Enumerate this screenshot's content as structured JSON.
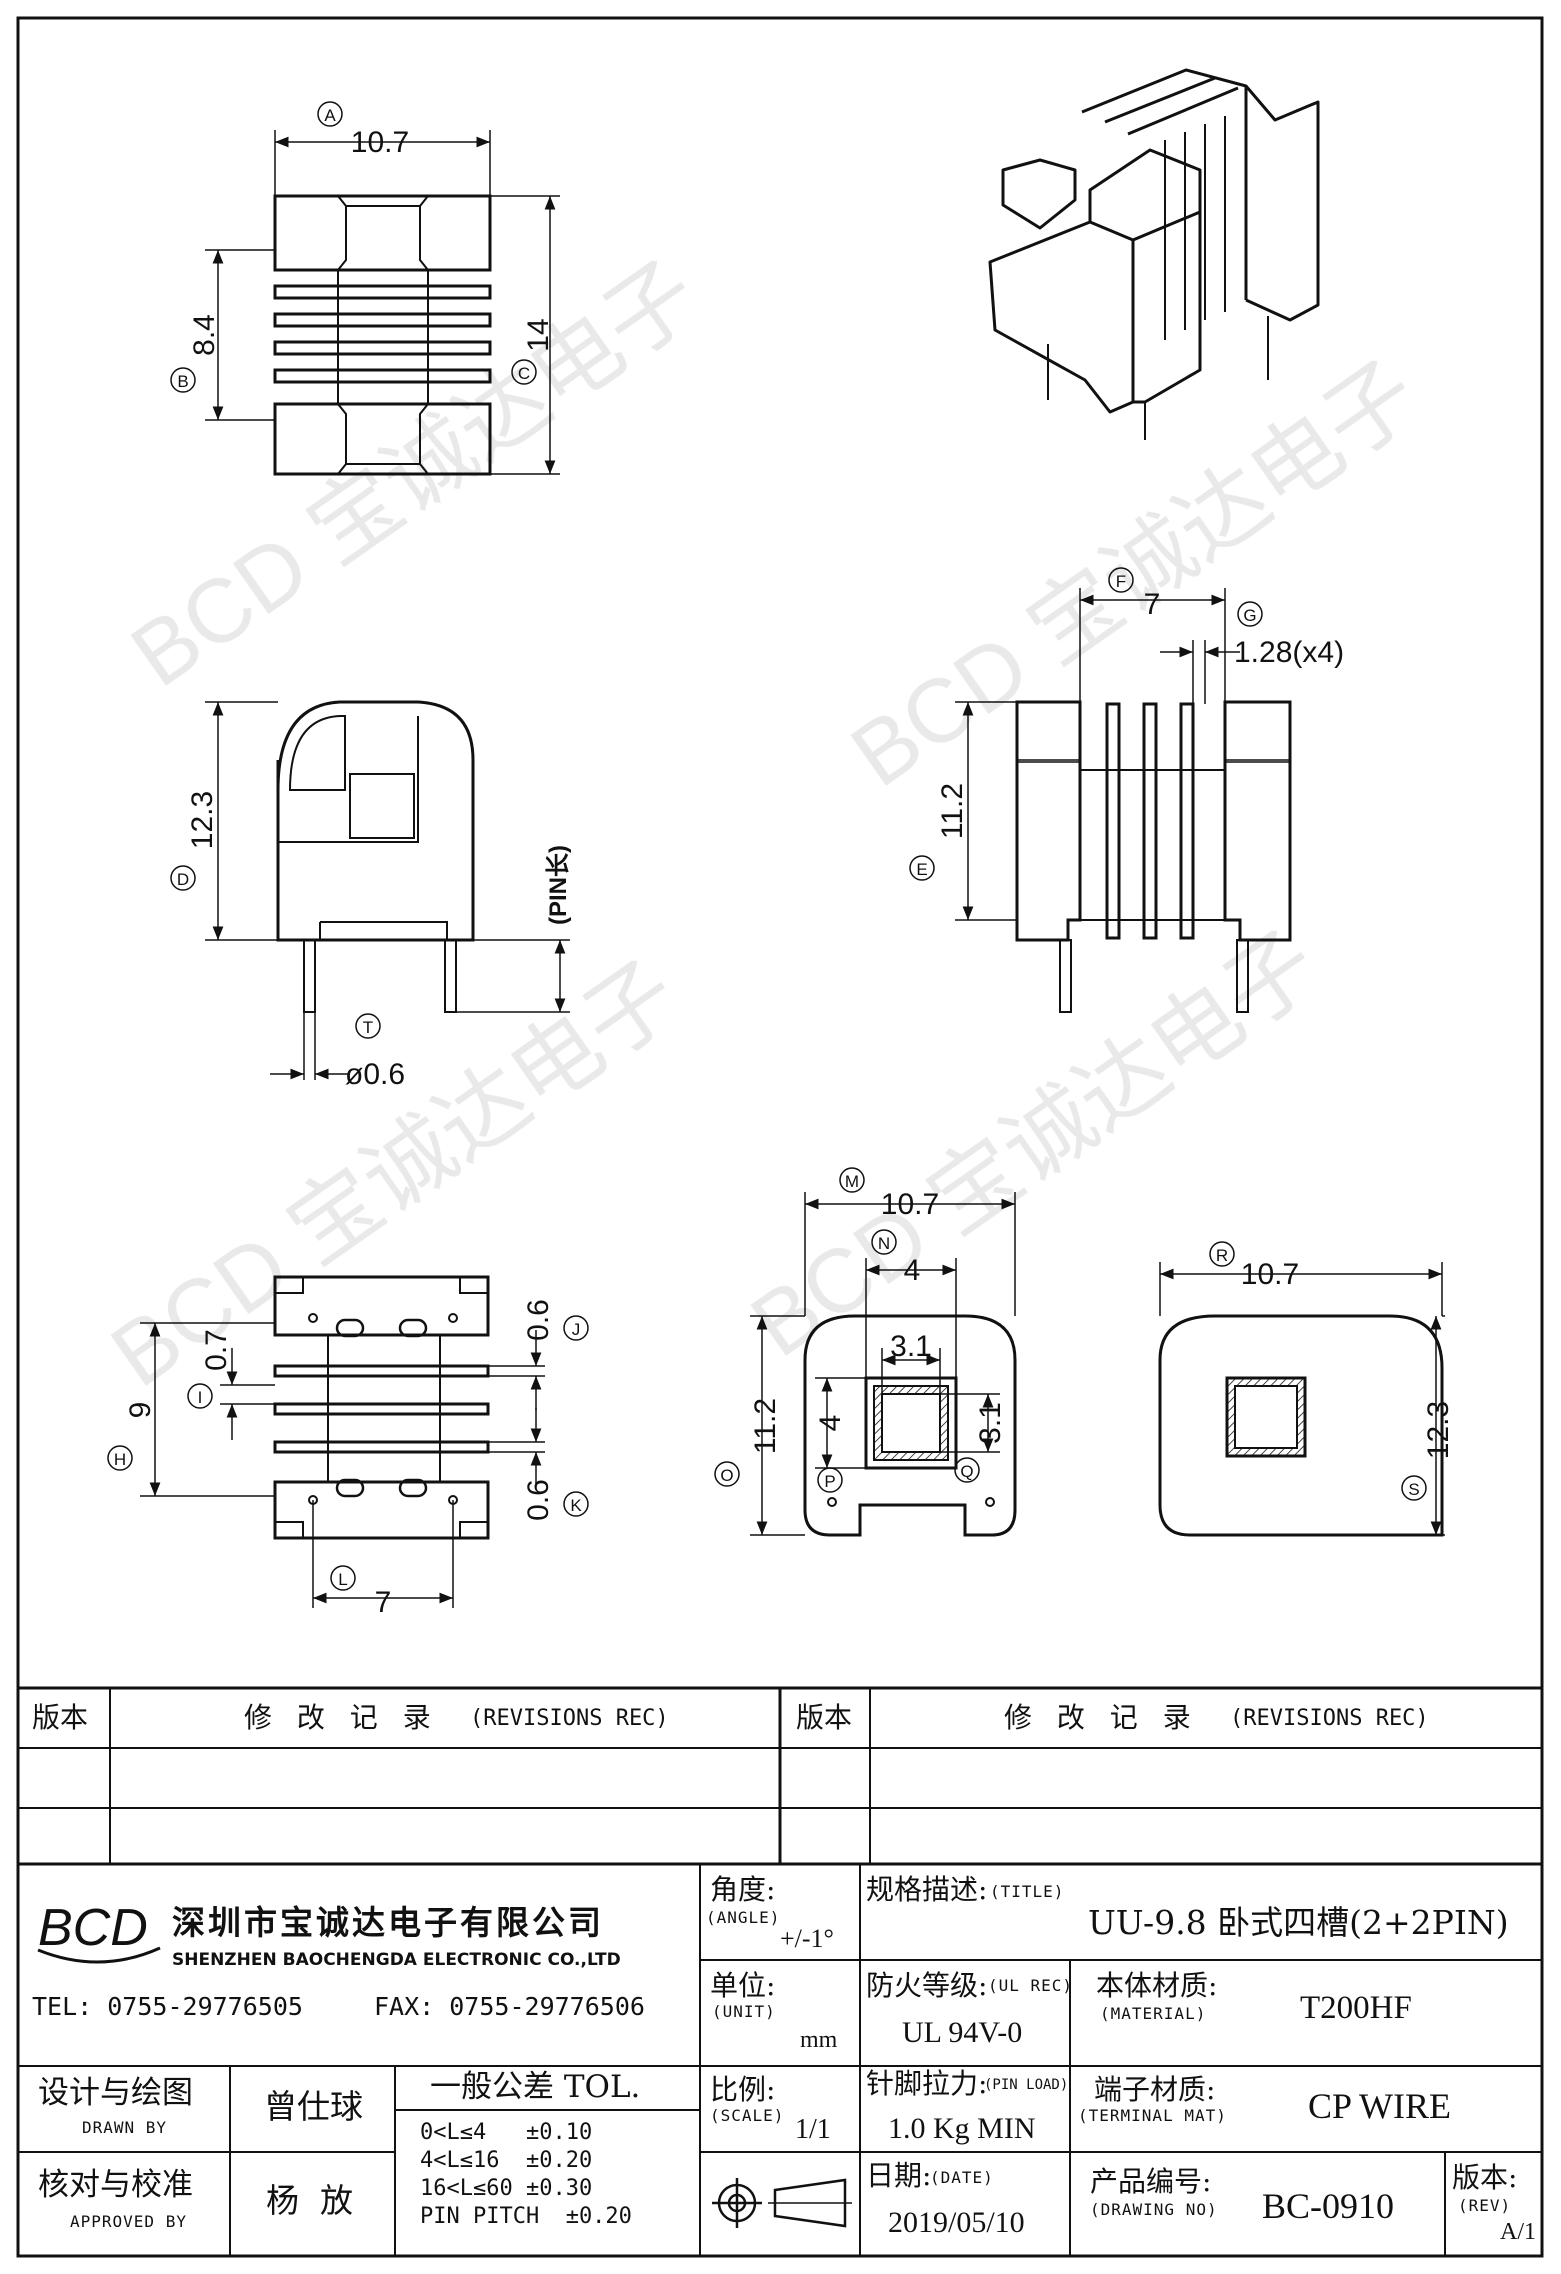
{
  "dims": {
    "top_view": {
      "A": "10.7",
      "B": "8.4",
      "C": "14"
    },
    "side_view": {
      "D": "12.3",
      "T": "ø0.6",
      "pin": "(PIN长)"
    },
    "front_view": {
      "F": "7",
      "G": "1.28(x4)",
      "E": "11.2"
    },
    "bottom_view": {
      "H": "9",
      "I": "0.7",
      "J": "0.6",
      "K": "0.6",
      "L": "7"
    },
    "end_view": {
      "M": "10.7",
      "N": "4",
      "inner": "3.1",
      "inner_h": "4",
      "inner_v": "3.1",
      "O": "11.2"
    },
    "cap_view": {
      "R": "10.7",
      "S": "12.3"
    }
  },
  "watermark": {
    "text": "BCD 宝诚达电子"
  },
  "revisions": {
    "header_left": {
      "ver": "版本",
      "title": "修 改 记 录",
      "title_en": "(REVISIONS REC)"
    },
    "header_right": {
      "ver": "版本",
      "title": "修 改 记 录",
      "title_en": "(REVISIONS REC)"
    }
  },
  "company": {
    "name_cn": "深圳市宝诚达电子有限公司",
    "name_en": "SHENZHEN BAOCHENGDA ELECTRONIC CO.,LTD",
    "tel": "TEL: 0755-29776505",
    "fax": "FAX: 0755-29776506"
  },
  "titleblock": {
    "angle": {
      "label": "角度:",
      "label_en": "(ANGLE)",
      "value": "+/-1°"
    },
    "title": {
      "label": "规格描述:",
      "label_en": "(TITLE)",
      "value": "UU-9.8 卧式四槽(2+2PIN)"
    },
    "unit": {
      "label": "单位:",
      "label_en": "(UNIT)",
      "value": "mm"
    },
    "ul": {
      "label": "防火等级:",
      "label_en": "(UL REC)",
      "value": "UL 94V-0"
    },
    "material": {
      "label": "本体材质:",
      "label_en": "(MATERIAL)",
      "value": "T200HF"
    },
    "drawn": {
      "label": "设计与绘图",
      "label_en": "DRAWN BY",
      "value": "曾仕球"
    },
    "tol": {
      "label": "一般公差 TOL.",
      "rows": [
        "0<L≤4   ±0.10",
        "4<L≤16  ±0.20",
        "16<L≤60 ±0.30",
        "PIN PITCH  ±0.20"
      ]
    },
    "scale": {
      "label": "比例:",
      "label_en": "(SCALE)",
      "value": "1/1"
    },
    "pinload": {
      "label": "针脚拉力:",
      "label_en": "(PIN LOAD)",
      "value": "1.0 Kg MIN"
    },
    "terminal": {
      "label": "端子材质:",
      "label_en": "(TERMINAL MAT)",
      "value": "CP WIRE"
    },
    "approved": {
      "label": "核对与校准",
      "label_en": "APPROVED BY",
      "value": "杨  放"
    },
    "date": {
      "label": "日期:",
      "label_en": "(DATE)",
      "value": "2019/05/10"
    },
    "drawing_no": {
      "label": "产品编号:",
      "label_en": "(DRAWING NO)",
      "value": "BC-0910"
    },
    "rev": {
      "label": "版本:",
      "label_en": "(REV)",
      "value": "A/1"
    }
  }
}
